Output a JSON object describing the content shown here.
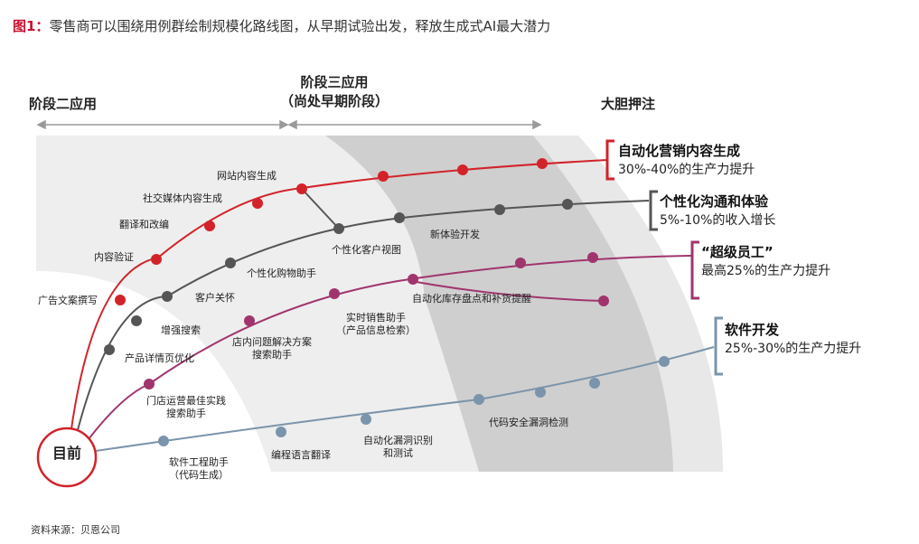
{
  "title": {
    "lead": "图1：",
    "text": "零售商可以围绕用例群绘制规模化路线图，从早期试验出发，释放生成式AI最大潜力"
  },
  "phases": {
    "phase2": "阶段二应用",
    "phase3_line1": "阶段三应用",
    "phase3_line2": "（尚处早期阶段）",
    "bold_bet": "大胆押注"
  },
  "start": "目前",
  "tracks": {
    "marketing": {
      "color": "#d2232a",
      "title": "自动化营销内容生成",
      "subtitle": "30%-40%的生产力提升",
      "nodes": [
        "广告文案撰写",
        "内容验证",
        "翻译和改编",
        "社交媒体内容生成",
        "网站内容生成"
      ]
    },
    "personalization": {
      "color": "#555555",
      "title": "个性化沟通和体验",
      "subtitle": "5%-10%的收入增长",
      "nodes": [
        "产品详情页优化",
        "增强搜索",
        "客户关怀",
        "个性化购物助手",
        "个性化客户视图",
        "新体验开发"
      ]
    },
    "super_employee": {
      "color": "#a0356e",
      "title": "“超级员工”",
      "subtitle": "最高25%的生产力提升",
      "nodes": [
        "门店运营最佳实践\n搜索助手",
        "店内问题解决方案\n搜索助手",
        "实时销售助手\n（产品信息检索）",
        "自动化库存盘点和补货提醒"
      ]
    },
    "software": {
      "color": "#7a94ab",
      "title": "软件开发",
      "subtitle": "25%-30%的生产力提升",
      "nodes": [
        "软件工程助手\n（代码生成）",
        "编程语言翻译",
        "自动化漏洞识别\n和测试",
        "代码安全漏洞检测"
      ]
    }
  },
  "source": "资料来源：贝恩公司"
}
